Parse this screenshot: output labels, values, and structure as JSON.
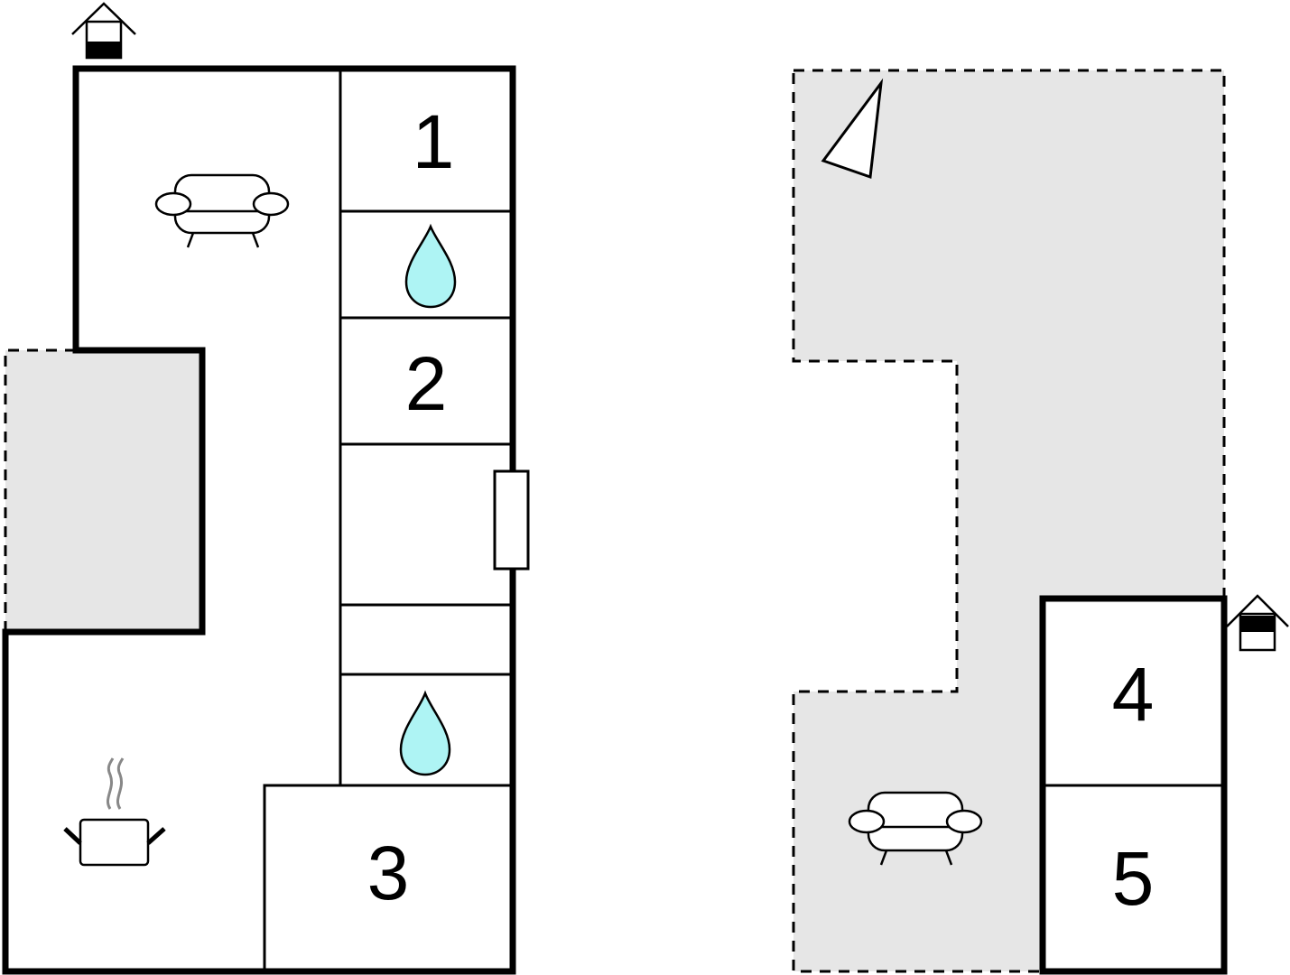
{
  "rooms": {
    "room1": "1",
    "room2": "2",
    "room3": "3",
    "room4": "4",
    "room5": "5"
  },
  "colors": {
    "terrace": "#e6e6e6",
    "water": "#aef4f4",
    "wall": "#000000"
  },
  "icons": [
    "house-entrance-icon",
    "sofa-icon",
    "water-drop-icon",
    "cooking-pot-icon",
    "terrace-triangle-icon"
  ]
}
